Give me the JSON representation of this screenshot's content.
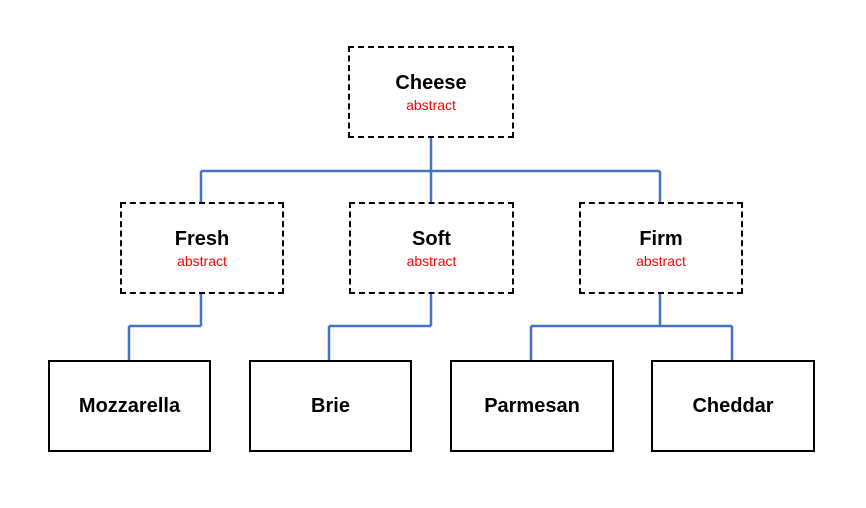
{
  "diagram": {
    "root": {
      "label": "Cheese",
      "tag": "abstract"
    },
    "categories": [
      {
        "label": "Fresh",
        "tag": "abstract"
      },
      {
        "label": "Soft",
        "tag": "abstract"
      },
      {
        "label": "Firm",
        "tag": "abstract"
      }
    ],
    "leaves": [
      {
        "label": "Mozzarella",
        "parent": "Fresh"
      },
      {
        "label": "Brie",
        "parent": "Soft"
      },
      {
        "label": "Parmesan",
        "parent": "Firm"
      },
      {
        "label": "Cheddar",
        "parent": "Firm"
      }
    ],
    "colors": {
      "connector": "#4472c4",
      "abstract_tag": "#ff0000",
      "border": "#000000"
    }
  }
}
